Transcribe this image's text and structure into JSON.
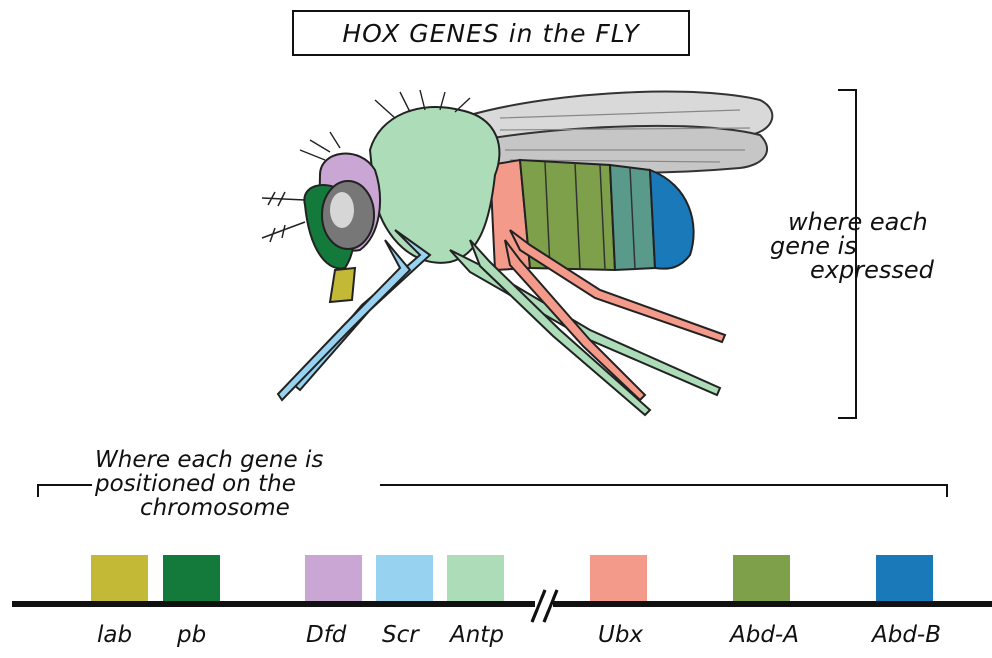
{
  "title": "HOX GENES in the FLY",
  "expressed_note": [
    "where each",
    "gene is",
    "expressed"
  ],
  "positioned_note": [
    "Where each gene is",
    "positioned on the",
    "chromosome"
  ],
  "genes": [
    {
      "name": "lab",
      "color": "#c3b936"
    },
    {
      "name": "pb",
      "color": "#137a3c"
    },
    {
      "name": "Dfd",
      "color": "#caa6d4"
    },
    {
      "name": "Scr",
      "color": "#97d3f1"
    },
    {
      "name": "Antp",
      "color": "#acdcb8"
    },
    {
      "name": "Ubx",
      "color": "#f49a8a"
    },
    {
      "name": "Abd-A",
      "color": "#7ea04a"
    },
    {
      "name": "Abd-B",
      "color": "#1a79b9"
    }
  ]
}
